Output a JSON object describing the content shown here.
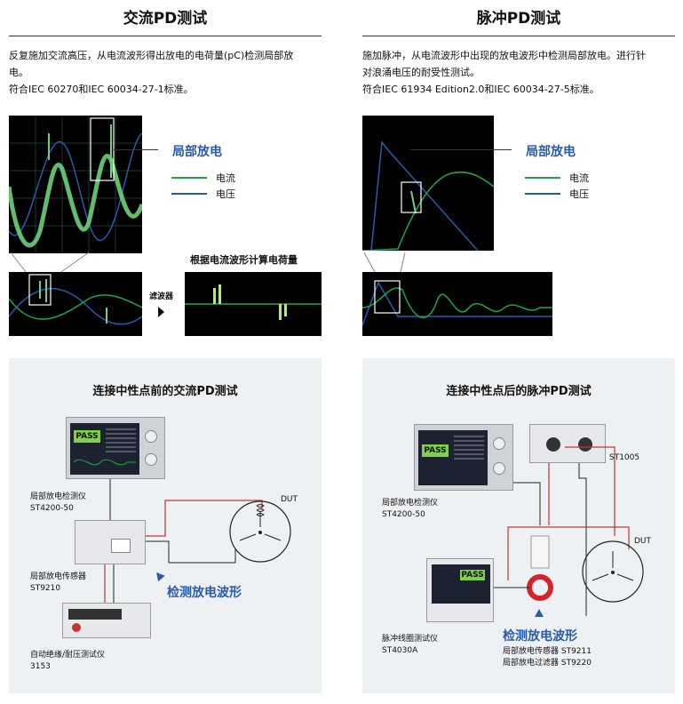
{
  "left": {
    "title": "交流PD测试",
    "desc_line1": "反复施加交流高压，从电流波形得出放电的电荷量(pC)检测局部放",
    "desc_line2": "电。",
    "desc_line3": "符合IEC 60270和IEC 60034-27-1标准。",
    "callout": "局部放电",
    "legend": [
      {
        "label": "电流",
        "color": "#1aa84a"
      },
      {
        "label": "电压",
        "color": "#2a5ba8"
      }
    ],
    "filter_label": "滤波器",
    "calc_label": "根据电流波形计算电荷量",
    "panel_title": "连接中性点前的交流PD测试",
    "dev1_name": "局部放电检测仪",
    "dev1_model": "ST4200-50",
    "dev2_name": "局部放电传感器",
    "dev2_model": "ST9210",
    "dev3_name": "自动绝缘/耐压测试仪",
    "dev3_model": "3153",
    "dut": "DUT",
    "detect": "检测放电波形",
    "screen_text": "PASS"
  },
  "right": {
    "title": "脉冲PD测试",
    "desc_line1": "施加脉冲，从电流波形中出现的放电波形中检测局部放电。进行针",
    "desc_line2": "对浪涌电压的耐受性测试。",
    "desc_line3": "符合IEC 61934 Edition2.0和IEC 60034-27-5标准。",
    "callout": "局部放电",
    "legend": [
      {
        "label": "电流",
        "color": "#1aa84a"
      },
      {
        "label": "电压",
        "color": "#2a5ba8"
      }
    ],
    "panel_title": "连接中性点后的脉冲PD测试",
    "dev1_name": "局部放电检测仪",
    "dev1_model": "ST4200-50",
    "filter_model": "ST1005",
    "dev2_name": "脉冲线圈测试仪",
    "dev2_model": "ST4030A",
    "dut": "DUT",
    "detect": "检测放电波形",
    "sensor_line1": "局部放电传感器 ST9211",
    "sensor_line2": "局部放电过滤器 ST9220",
    "screen_text": "PASS",
    "screen_text2": "PASS"
  }
}
